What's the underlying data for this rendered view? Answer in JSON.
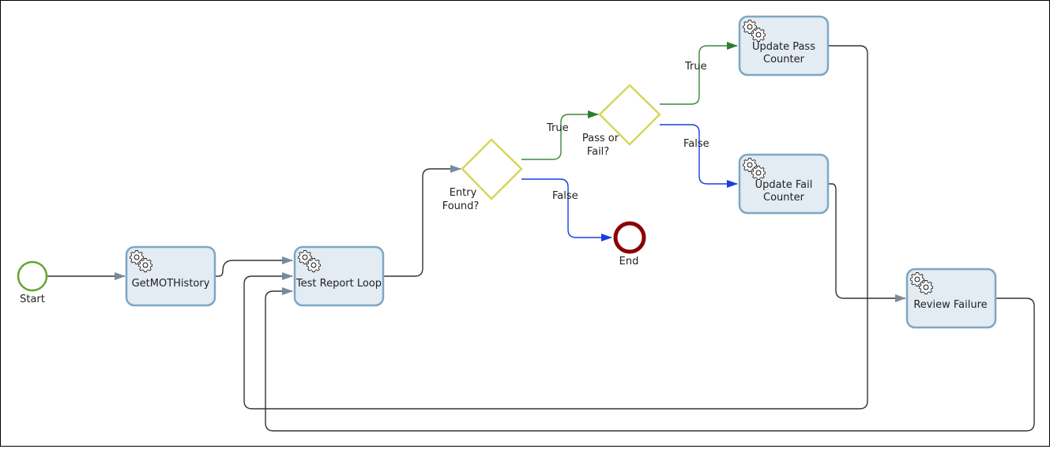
{
  "diagram": {
    "start": {
      "label": "Start",
      "color": "#6aa22e"
    },
    "end": {
      "label": "End",
      "color": "#8b0000"
    },
    "tasks": [
      {
        "id": "getmot",
        "lines": [
          "GetMOTHistory"
        ]
      },
      {
        "id": "loop",
        "lines": [
          "Test Report Loop"
        ]
      },
      {
        "id": "pass",
        "lines": [
          "Update Pass",
          "Counter"
        ]
      },
      {
        "id": "fail",
        "lines": [
          "Update Fail",
          "Counter"
        ]
      },
      {
        "id": "review",
        "lines": [
          "Review Failure"
        ]
      }
    ],
    "gateways": [
      {
        "id": "entry",
        "lines": [
          "Entry",
          "Found?"
        ],
        "color": "#d6d65a"
      },
      {
        "id": "passfail",
        "lines": [
          "Pass or",
          "Fail?"
        ],
        "color": "#d6d65a"
      }
    ],
    "flow_labels": {
      "entry_true": "True",
      "entry_false": "False",
      "passfail_true": "True",
      "passfail_false": "False"
    },
    "colors": {
      "true_flow": "#3a8a3a",
      "false_flow": "#1a3ee0",
      "default_flow": "#222222",
      "arrow_head": "#7a8a99"
    }
  }
}
